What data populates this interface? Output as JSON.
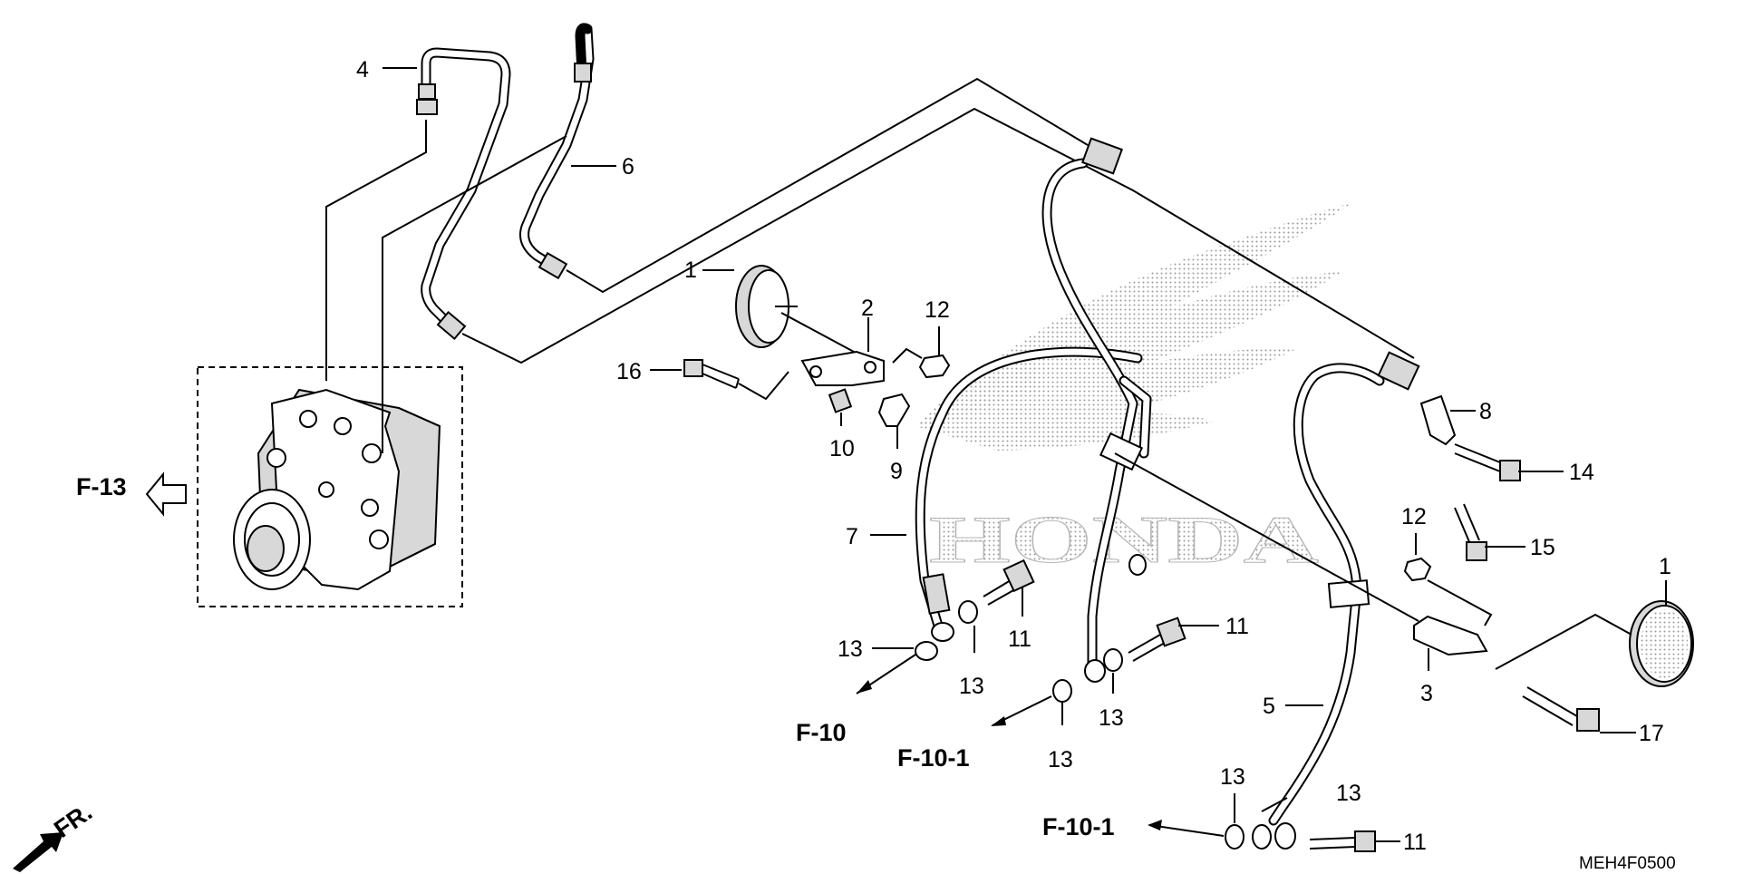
{
  "diagram": {
    "callouts": {
      "c1a": "1",
      "c2": "2",
      "c12a": "12",
      "c16": "16",
      "c4": "4",
      "c6": "6",
      "c10": "10",
      "c9": "9",
      "c7": "7",
      "c11a": "11",
      "c13a": "13",
      "c13b": "13",
      "c11b": "11",
      "c13c": "13",
      "c13d": "13",
      "c8": "8",
      "c14": "14",
      "c12b": "12",
      "c15": "15",
      "c1b": "1",
      "c3": "3",
      "c5": "5",
      "c17": "17",
      "c13e": "13",
      "c13f": "13",
      "c11c": "11"
    },
    "refs": {
      "f13": "F-13",
      "f10": "F-10",
      "f101a": "F-10-1",
      "f101b": "F-10-1",
      "front": "FR."
    },
    "brand_watermark": "HONDA",
    "diagram_code": "MEH4F0500"
  }
}
